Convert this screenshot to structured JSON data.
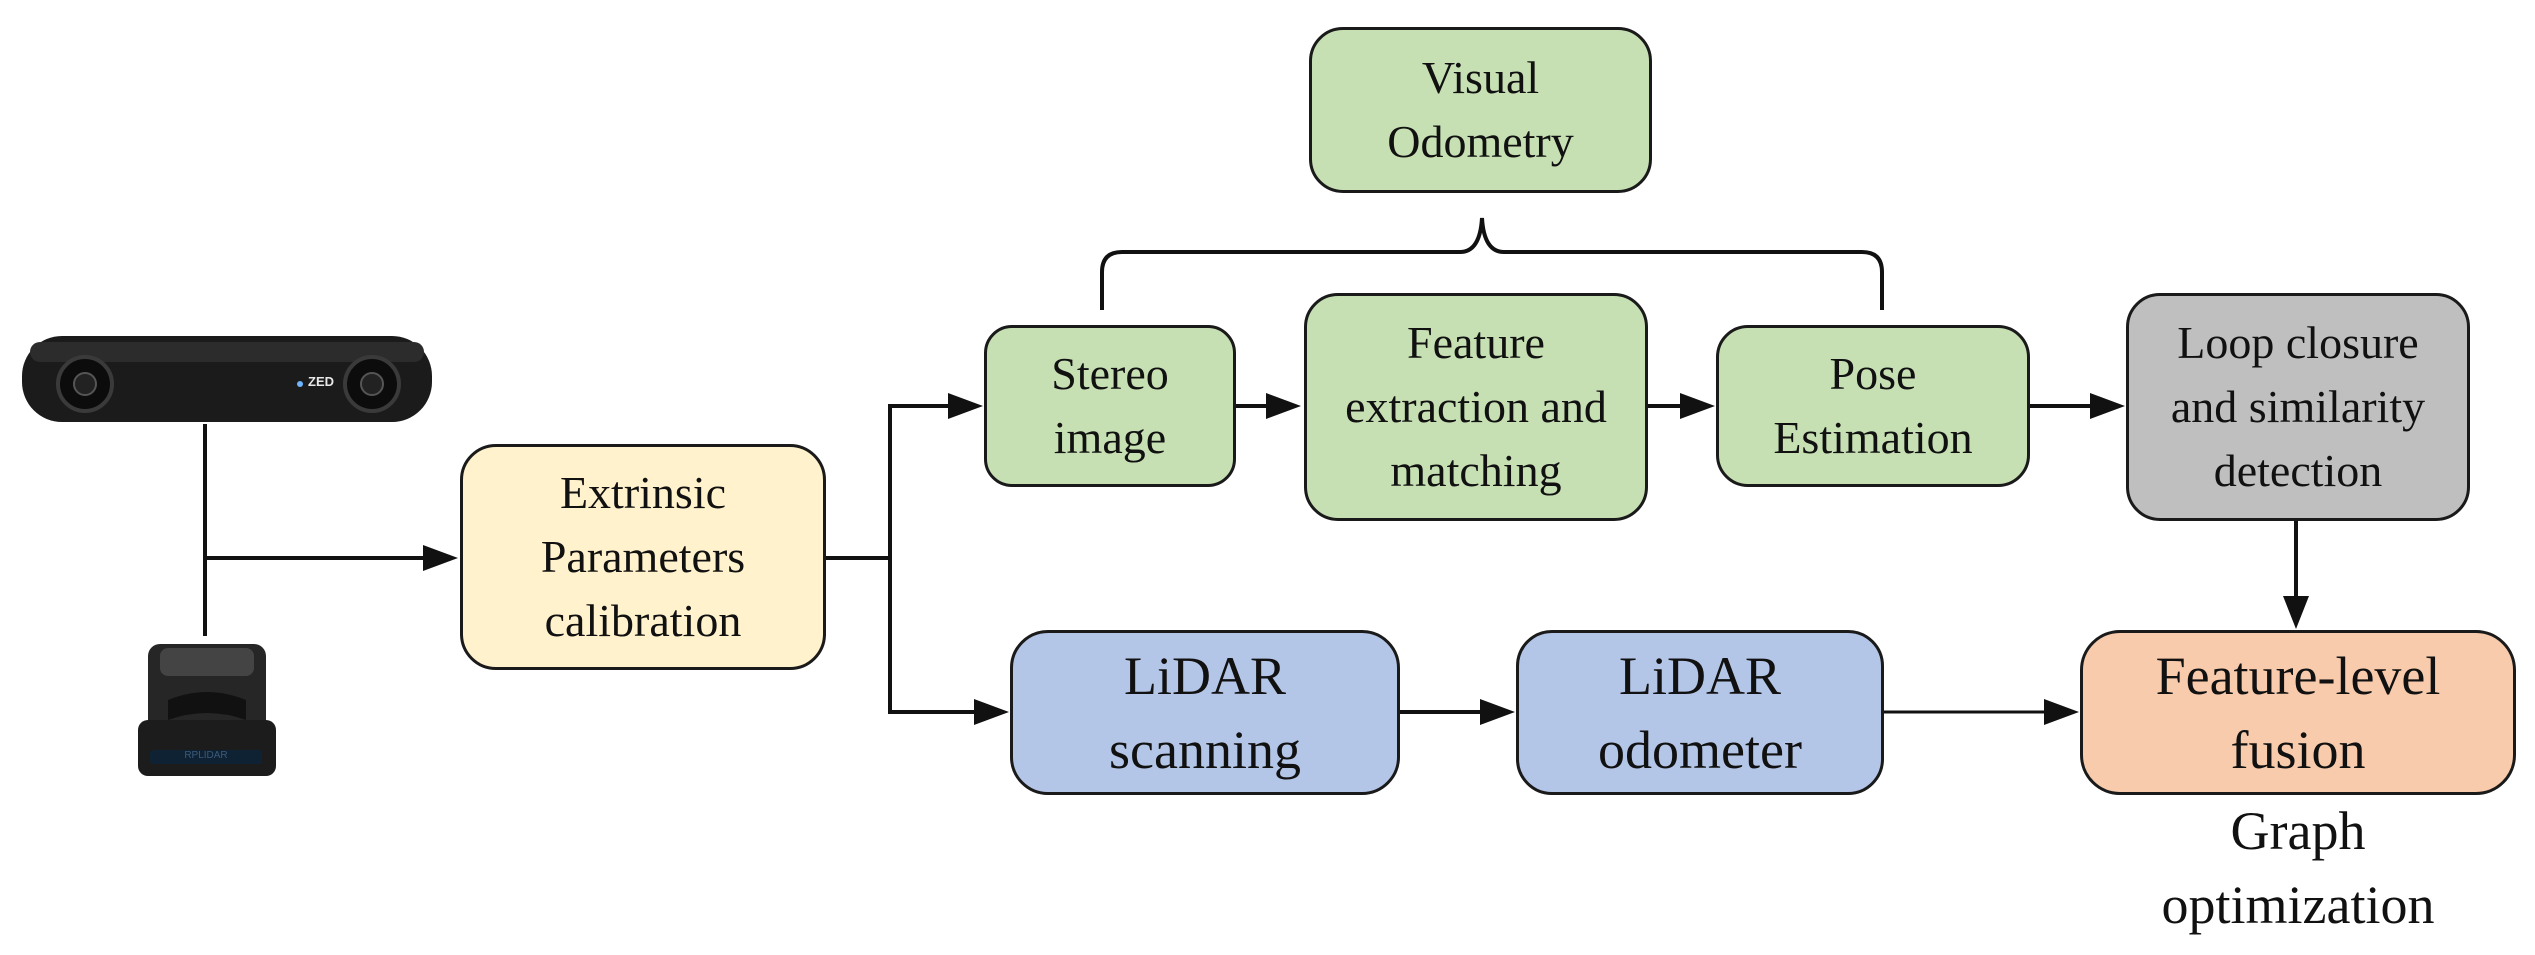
{
  "colors": {
    "visual": "#c6e0b4",
    "calibration": "#fff2cc",
    "lidar": "#b4c6e7",
    "loop": "#bfbfbf",
    "fusion": "#f8cbad",
    "line": "#111111"
  },
  "devices": {
    "camera_name": "stereo-camera",
    "camera_logo": "ZED",
    "lidar_name": "lidar-sensor",
    "lidar_badge": "RPLIDAR"
  },
  "nodes": {
    "visual_odometry": {
      "line1": "Visual",
      "line2": "Odometry"
    },
    "calibration": {
      "line1": "Extrinsic",
      "line2": "Parameters",
      "line3": "calibration"
    },
    "stereo_image": {
      "line1": "Stereo",
      "line2": "image"
    },
    "feature_extraction": {
      "line1": "Feature",
      "line2": "extraction and",
      "line3": "matching"
    },
    "pose_estimation": {
      "line1": "Pose",
      "line2": "Estimation"
    },
    "loop_closure": {
      "line1": "Loop closure",
      "line2": "and similarity",
      "line3": "detection"
    },
    "lidar_scanning": {
      "line1": "LiDAR",
      "line2": "scanning"
    },
    "lidar_odometer": {
      "line1": "LiDAR",
      "line2": "odometer"
    },
    "fusion": {
      "line1": "Feature-level",
      "line2": "fusion"
    }
  },
  "labels": {
    "graph_optimization": {
      "line1": "Graph",
      "line2": "optimization"
    }
  }
}
